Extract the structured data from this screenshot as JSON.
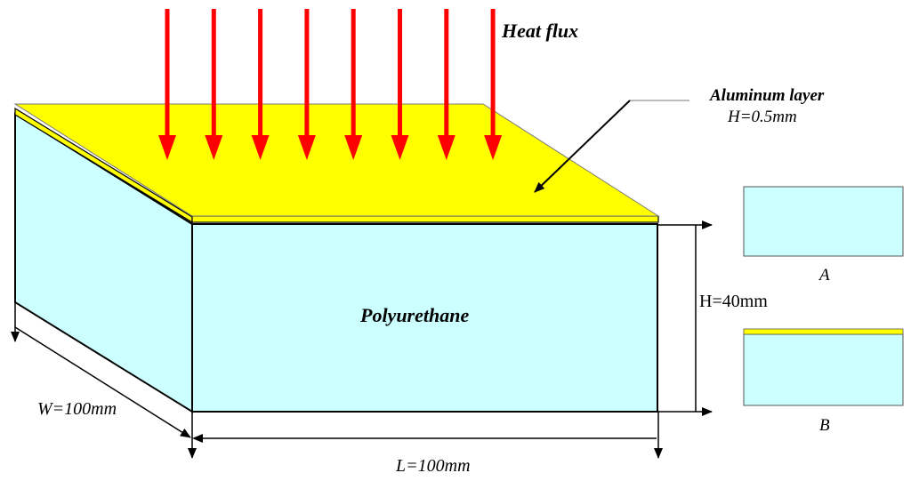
{
  "labels": {
    "heat_flux": "Heat flux",
    "aluminum_layer": "Aluminum layer",
    "aluminum_thickness": "H=0.5mm",
    "material": "Polyurethane",
    "height": "H=40mm",
    "width": "W=100mm",
    "length": "L=100mm",
    "case_a": "A",
    "case_b": "B"
  },
  "colors": {
    "polyurethane": "#ccffff",
    "aluminum": "#ffff00",
    "heat_arrow": "#ff0000",
    "outline": "#000000",
    "thin_outline": "#7a7a7a"
  },
  "heat_arrow_count": 8
}
